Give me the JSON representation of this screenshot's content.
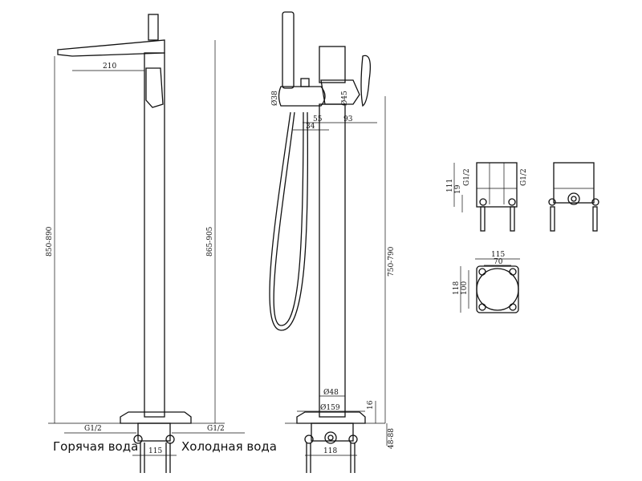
{
  "labels": {
    "caption_hot": "Горячая вода",
    "caption_cold": "Холодная вода"
  },
  "side_view": {
    "spout_reach": "210",
    "height_total": "850-890",
    "height_body": "865-905",
    "thread_left": "G1/2",
    "thread_right": "G1/2",
    "base_width": "115"
  },
  "front_view": {
    "dia_holder": "Ø38",
    "dia_lever": "Ø45",
    "dim_55": "55",
    "dim_34": "34",
    "dim_93": "93",
    "height_column": "750-790",
    "dia_column": "Ø48",
    "dia_base": "Ø159",
    "dim_16": "16",
    "install_depth": "48-88",
    "base_width": "118"
  },
  "box_front": {
    "height": "111",
    "offset": "19",
    "thread_left": "G1/2",
    "thread_right": "G1/2"
  },
  "box_top": {
    "width_outer": "115",
    "width_inner": "70",
    "height_outer": "118",
    "height_inner": "100"
  }
}
